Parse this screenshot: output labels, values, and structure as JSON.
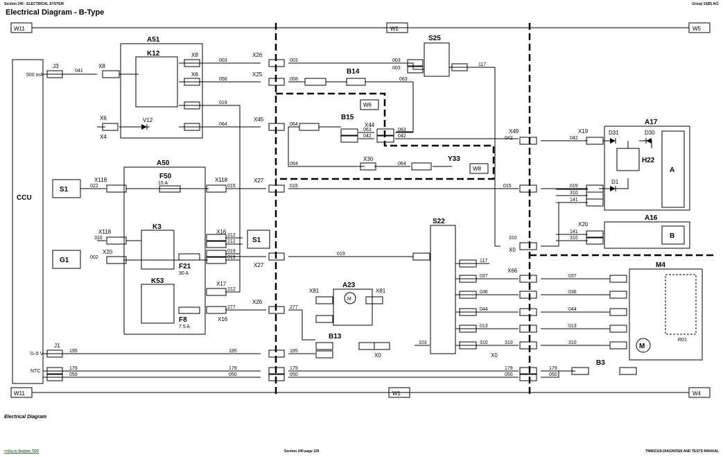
{
  "header": {
    "left": "Section 240 - ELECTRICAL SYSTEM",
    "right": "Group 15(B) A/C"
  },
  "title": "Electrical Diagram - B-Type",
  "caption": "Electrical Diagram",
  "footer": {
    "left": "<<Go to Section TOC",
    "center": "Section 240 page 225",
    "right": "TM802119-DIAGNOSIS AND TESTS MANUAL"
  },
  "zones": {
    "top_left": "W11",
    "top_mid": "W1",
    "top_right": "W5",
    "bot_left": "W11",
    "bot_mid": "W1",
    "bot_right": "W4",
    "w6": "W6",
    "w8": "W8"
  },
  "components": {
    "ccu": "CCU",
    "a51": "A51",
    "k12": "K12",
    "a50": "A50",
    "f50": "F50",
    "f50_rating": "15 A",
    "k3": "K3",
    "k53": "K53",
    "f21": "F21",
    "f21_rating": "30 A",
    "f8": "F8",
    "f8_rating": "7.5 A",
    "s1a": "S1",
    "s1b": "S1",
    "g1": "G1",
    "s25": "S25",
    "b14": "B14",
    "b15": "B15",
    "y33": "Y33",
    "a23": "A23",
    "b13": "B13",
    "s22": "S22",
    "a17": "A17",
    "h22": "H22",
    "a17_box": "A",
    "a16": "A16",
    "a16_box": "B",
    "m4": "M4",
    "r01": "R01",
    "b3": "B3",
    "v12": "V12",
    "d31": "D31",
    "d30": "D30",
    "d1": "D1"
  },
  "ccu_pins": {
    "ma": "500 mA",
    "v": "0–5 V",
    "ntc": "NTC"
  },
  "connectors": [
    "X8",
    "X6",
    "X4",
    "X26",
    "X25",
    "X45",
    "X44",
    "X30",
    "X118",
    "X20",
    "X16",
    "X17",
    "X27",
    "X81",
    "X0",
    "X49",
    "X19",
    "X66",
    "J3",
    "J1"
  ],
  "wires": [
    "003",
    "058",
    "063",
    "019",
    "064",
    "042",
    "022",
    "015",
    "310",
    "141",
    "002",
    "212",
    "277",
    "117",
    "037",
    "036",
    "044",
    "013",
    "103",
    "195",
    "179",
    "050",
    "041"
  ]
}
